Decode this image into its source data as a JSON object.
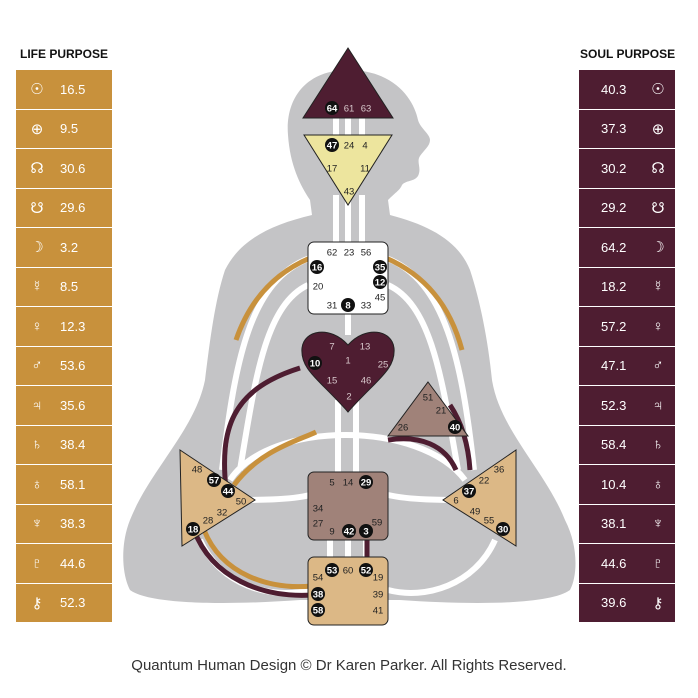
{
  "life_purpose": {
    "title": "LIFE PURPOSE",
    "rows": [
      {
        "icon": "sun-icon",
        "glyph": "☉",
        "value": "16.5"
      },
      {
        "icon": "earth-icon",
        "glyph": "⊕",
        "value": "9.5"
      },
      {
        "icon": "north-node-icon",
        "glyph": "☊",
        "value": "30.6"
      },
      {
        "icon": "south-node-icon",
        "glyph": "☋",
        "value": "29.6"
      },
      {
        "icon": "moon-icon",
        "glyph": "☽",
        "value": "3.2"
      },
      {
        "icon": "mercury-icon",
        "glyph": "☿",
        "value": "8.5"
      },
      {
        "icon": "venus-icon",
        "glyph": "♀",
        "value": "12.3"
      },
      {
        "icon": "mars-icon",
        "glyph": "♂",
        "value": "53.6"
      },
      {
        "icon": "jupiter-icon",
        "glyph": "♃",
        "value": "35.6"
      },
      {
        "icon": "saturn-icon",
        "glyph": "♄",
        "value": "38.4"
      },
      {
        "icon": "uranus-icon",
        "glyph": "♁",
        "value": "58.1"
      },
      {
        "icon": "neptune-icon",
        "glyph": "♆",
        "value": "38.3"
      },
      {
        "icon": "pluto-icon",
        "glyph": "♇",
        "value": "44.6"
      },
      {
        "icon": "chiron-icon",
        "glyph": "⚷",
        "value": "52.3"
      }
    ]
  },
  "soul_purpose": {
    "title": "SOUL PURPOSE",
    "rows": [
      {
        "icon": "sun-icon",
        "glyph": "☉",
        "value": "40.3"
      },
      {
        "icon": "earth-icon",
        "glyph": "⊕",
        "value": "37.3"
      },
      {
        "icon": "north-node-icon",
        "glyph": "☊",
        "value": "30.2"
      },
      {
        "icon": "south-node-icon",
        "glyph": "☋",
        "value": "29.2"
      },
      {
        "icon": "moon-icon",
        "glyph": "☽",
        "value": "64.2"
      },
      {
        "icon": "mercury-icon",
        "glyph": "☿",
        "value": "18.2"
      },
      {
        "icon": "venus-icon",
        "glyph": "♀",
        "value": "57.2"
      },
      {
        "icon": "mars-icon",
        "glyph": "♂",
        "value": "47.1"
      },
      {
        "icon": "jupiter-icon",
        "glyph": "♃",
        "value": "52.3"
      },
      {
        "icon": "saturn-icon",
        "glyph": "♄",
        "value": "58.4"
      },
      {
        "icon": "uranus-icon",
        "glyph": "♁",
        "value": "10.4"
      },
      {
        "icon": "neptune-icon",
        "glyph": "♆",
        "value": "38.1"
      },
      {
        "icon": "pluto-icon",
        "glyph": "♇",
        "value": "44.6"
      },
      {
        "icon": "chiron-icon",
        "glyph": "⚷",
        "value": "39.6"
      }
    ]
  },
  "colors": {
    "life": "#c8913c",
    "soul": "#4e1d31",
    "body": "#c4c4c6",
    "head_center": "#4e1d31",
    "ajna_center": "#ede59e",
    "throat_center": "#ffffff",
    "heart_center": "#4e1d31",
    "ego_center": "#a08279",
    "spleen_center": "#dcb886",
    "solar_plexus_center": "#dcb886",
    "sacral_center": "#a08279",
    "root_center": "#dcb886"
  },
  "gates": {
    "head": [
      "64",
      "61",
      "63"
    ],
    "ajna": [
      "47",
      "24",
      "4",
      "17",
      "11",
      "43"
    ],
    "throat": [
      "62",
      "23",
      "56",
      "16",
      "35",
      "20",
      "12",
      "45",
      "31",
      "8",
      "33"
    ],
    "g": [
      "7",
      "13",
      "1",
      "10",
      "25",
      "15",
      "46",
      "2"
    ],
    "ego": [
      "51",
      "21",
      "26",
      "40"
    ],
    "sacral": [
      "5",
      "14",
      "29",
      "34",
      "59",
      "27",
      "42",
      "3",
      "9"
    ],
    "spleen": [
      "48",
      "57",
      "44",
      "50",
      "32",
      "28",
      "18"
    ],
    "solar": [
      "36",
      "22",
      "37",
      "6",
      "49",
      "55",
      "30"
    ],
    "root": [
      "53",
      "60",
      "52",
      "54",
      "19",
      "38",
      "39",
      "58",
      "41"
    ]
  },
  "footer": "Quantum Human Design © Dr Karen Parker. All Rights Reserved."
}
